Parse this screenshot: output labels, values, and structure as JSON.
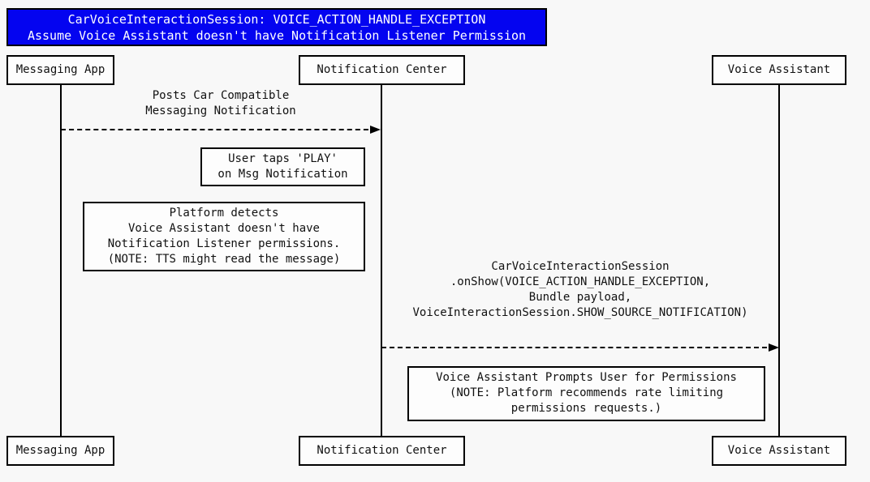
{
  "diagram": {
    "type": "sequence-diagram",
    "title": "CarVoiceInteractionSession: VOICE_ACTION_HANDLE_EXCEPTION\nAssume Voice Assistant doesn't have Notification Listener Permission",
    "participants": {
      "messaging_app": "Messaging App",
      "notification_center": "Notification Center",
      "voice_assistant": "Voice Assistant"
    },
    "messages": [
      {
        "from": "Messaging App",
        "to": "Notification Center",
        "style": "dashed-arrow",
        "label": "Posts Car Compatible\nMessaging Notification"
      },
      {
        "from": "Notification Center",
        "to": "Voice Assistant",
        "style": "dashed-arrow",
        "label": "CarVoiceInteractionSession\n.onShow(VOICE_ACTION_HANDLE_EXCEPTION,\nBundle payload,\nVoiceInteractionSession.SHOW_SOURCE_NOTIFICATION)"
      }
    ],
    "notes": [
      {
        "text": "User taps 'PLAY'\non Msg Notification"
      },
      {
        "text": "Platform detects\nVoice Assistant doesn't have\nNotification Listener permissions.\n(NOTE: TTS might read the message)"
      },
      {
        "text": "Voice Assistant Prompts User for Permissions\n(NOTE: Platform recommends rate limiting\npermissions requests.)"
      }
    ],
    "colors": {
      "canvas_bg": "#f8f8f8",
      "title_bg": "#0404f0",
      "title_text": "#ffffff",
      "box_bg": "#fdfdfd",
      "line": "#000000"
    }
  }
}
